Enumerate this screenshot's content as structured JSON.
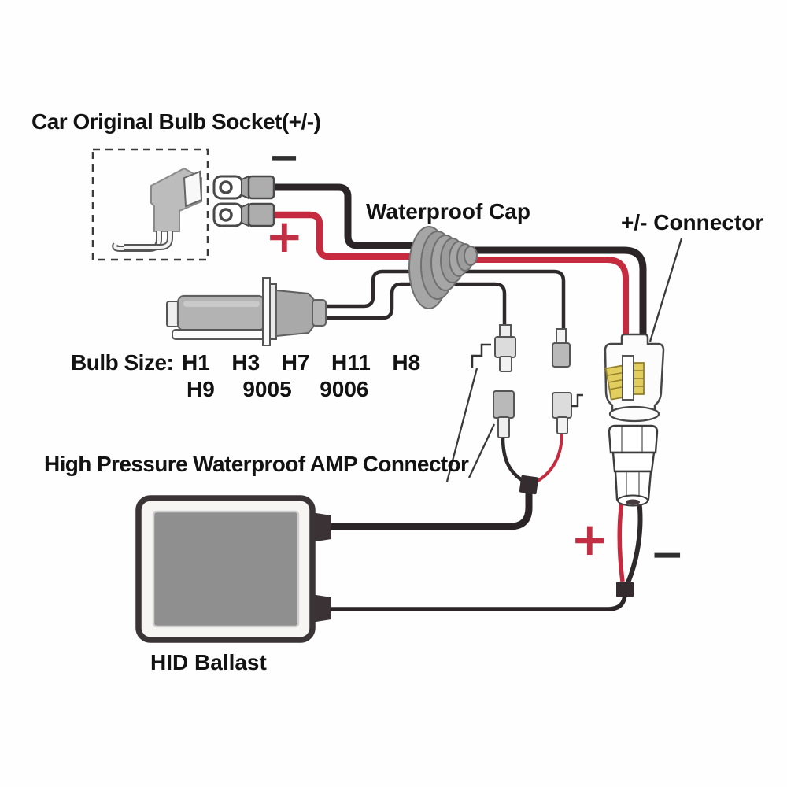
{
  "labels": {
    "socket_title": "Car Original Bulb Socket(+/-)",
    "waterproof_cap": "Waterproof Cap",
    "pm_connector": "+/- Connector",
    "bulb_size_label": "Bulb Size:",
    "bulb_sizes_line1": "H1  H3  H7  H11  H8",
    "bulb_sizes_line2": "H9  9005  9006",
    "amp_connector": "High Pressure Waterproof AMP Connector",
    "hid_ballast": "HID Ballast"
  },
  "bulb_sizes": [
    "H1",
    "H3",
    "H7",
    "H11",
    "H8",
    "H9",
    "9005",
    "9006"
  ],
  "symbols": {
    "socket_negative": "−",
    "socket_positive": "+",
    "output_positive": "+",
    "output_negative": "−"
  },
  "icons": {
    "bulb_socket": "car-bulb-socket-illustration",
    "spade_terminals": "spade-terminal-illustration",
    "hid_bulb": "hid-bulb-illustration",
    "waterproof_cap": "rubber-grommet-cone-illustration",
    "amp_plugs": "amp-bullet-connector-illustration",
    "pm_connector": "two-pin-connector-illustration",
    "ballast": "ballast-box-illustration"
  },
  "colors": {
    "wire_positive_red": "#c62a3e",
    "wire_negative_black": "#2b2527",
    "terminal_yellow": "#e2cd5f",
    "component_gray": "#a2a2a2",
    "ballast_gray": "#8f8f8f",
    "text": "#121212",
    "background": "#fefefe"
  }
}
